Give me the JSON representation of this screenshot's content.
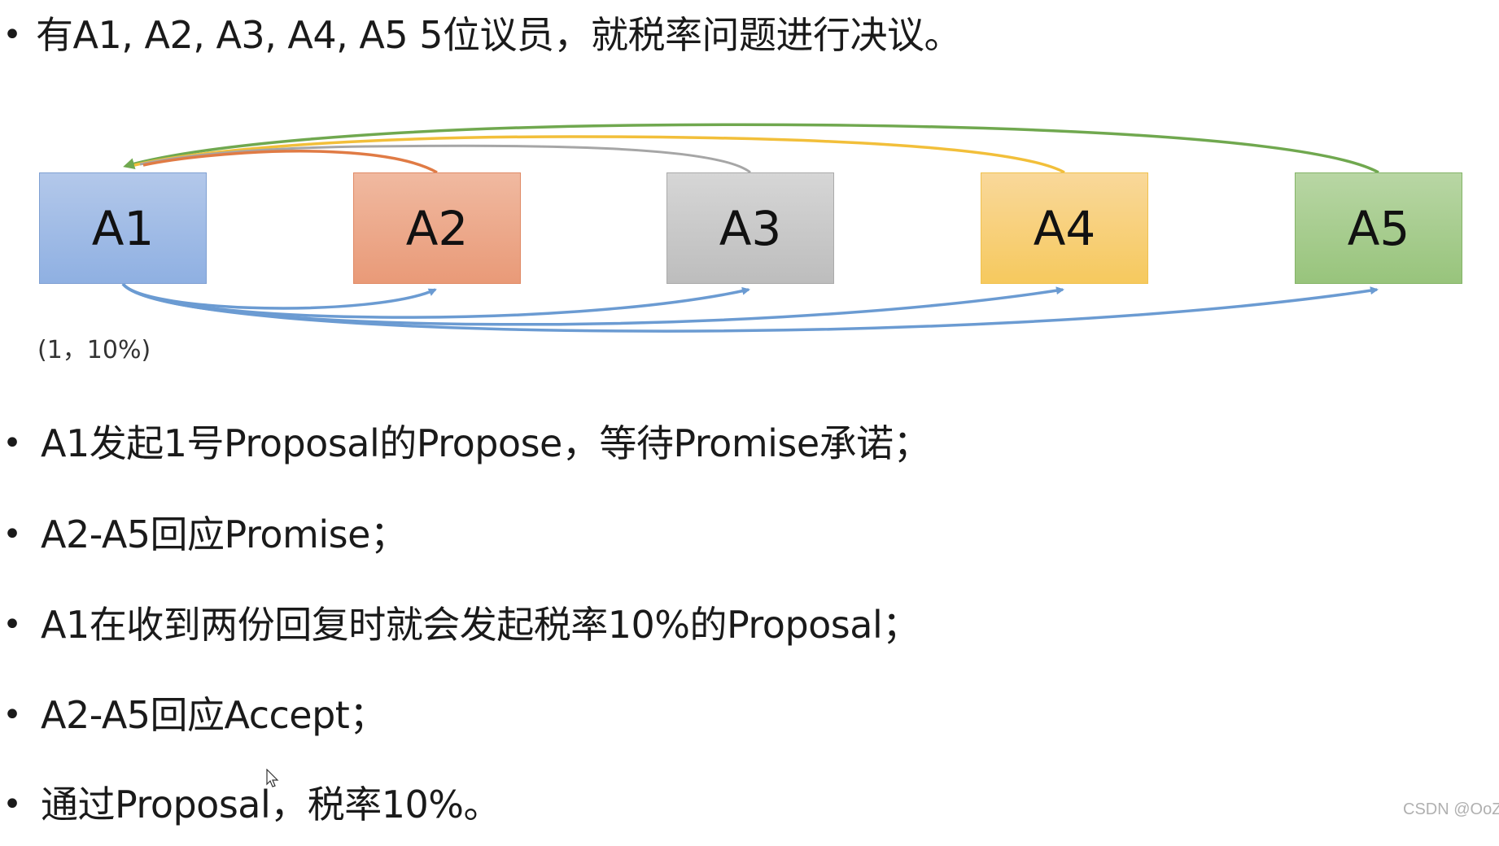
{
  "intro": "有A1, A2, A3, A4, A5 5位议员，就税率问题进行决议。",
  "nodes": [
    {
      "label": "A1",
      "color": "#8fb0e2"
    },
    {
      "label": "A2",
      "color": "#e99a78"
    },
    {
      "label": "A3",
      "color": "#bdbdbd"
    },
    {
      "label": "A4",
      "color": "#f6c95e"
    },
    {
      "label": "A5",
      "color": "#98c47c"
    }
  ],
  "proposal_label": "(1，10%)",
  "arrow_colors": {
    "propose": "#6b9bd2",
    "a2_promise": "#e07b45",
    "a3_promise": "#a6a6a6",
    "a4_promise": "#f2bf3a",
    "a5_promise": "#70a84f"
  },
  "steps": [
    "A1发起1号Proposal的Propose，等待Promise承诺；",
    "A2-A5回应Promise；",
    "A1在收到两份回复时就会发起税率10%的Proposal；",
    "A2-A5回应Accept；",
    "通过Proposal，税率10%。"
  ],
  "watermark": "CSDN @OoZ"
}
